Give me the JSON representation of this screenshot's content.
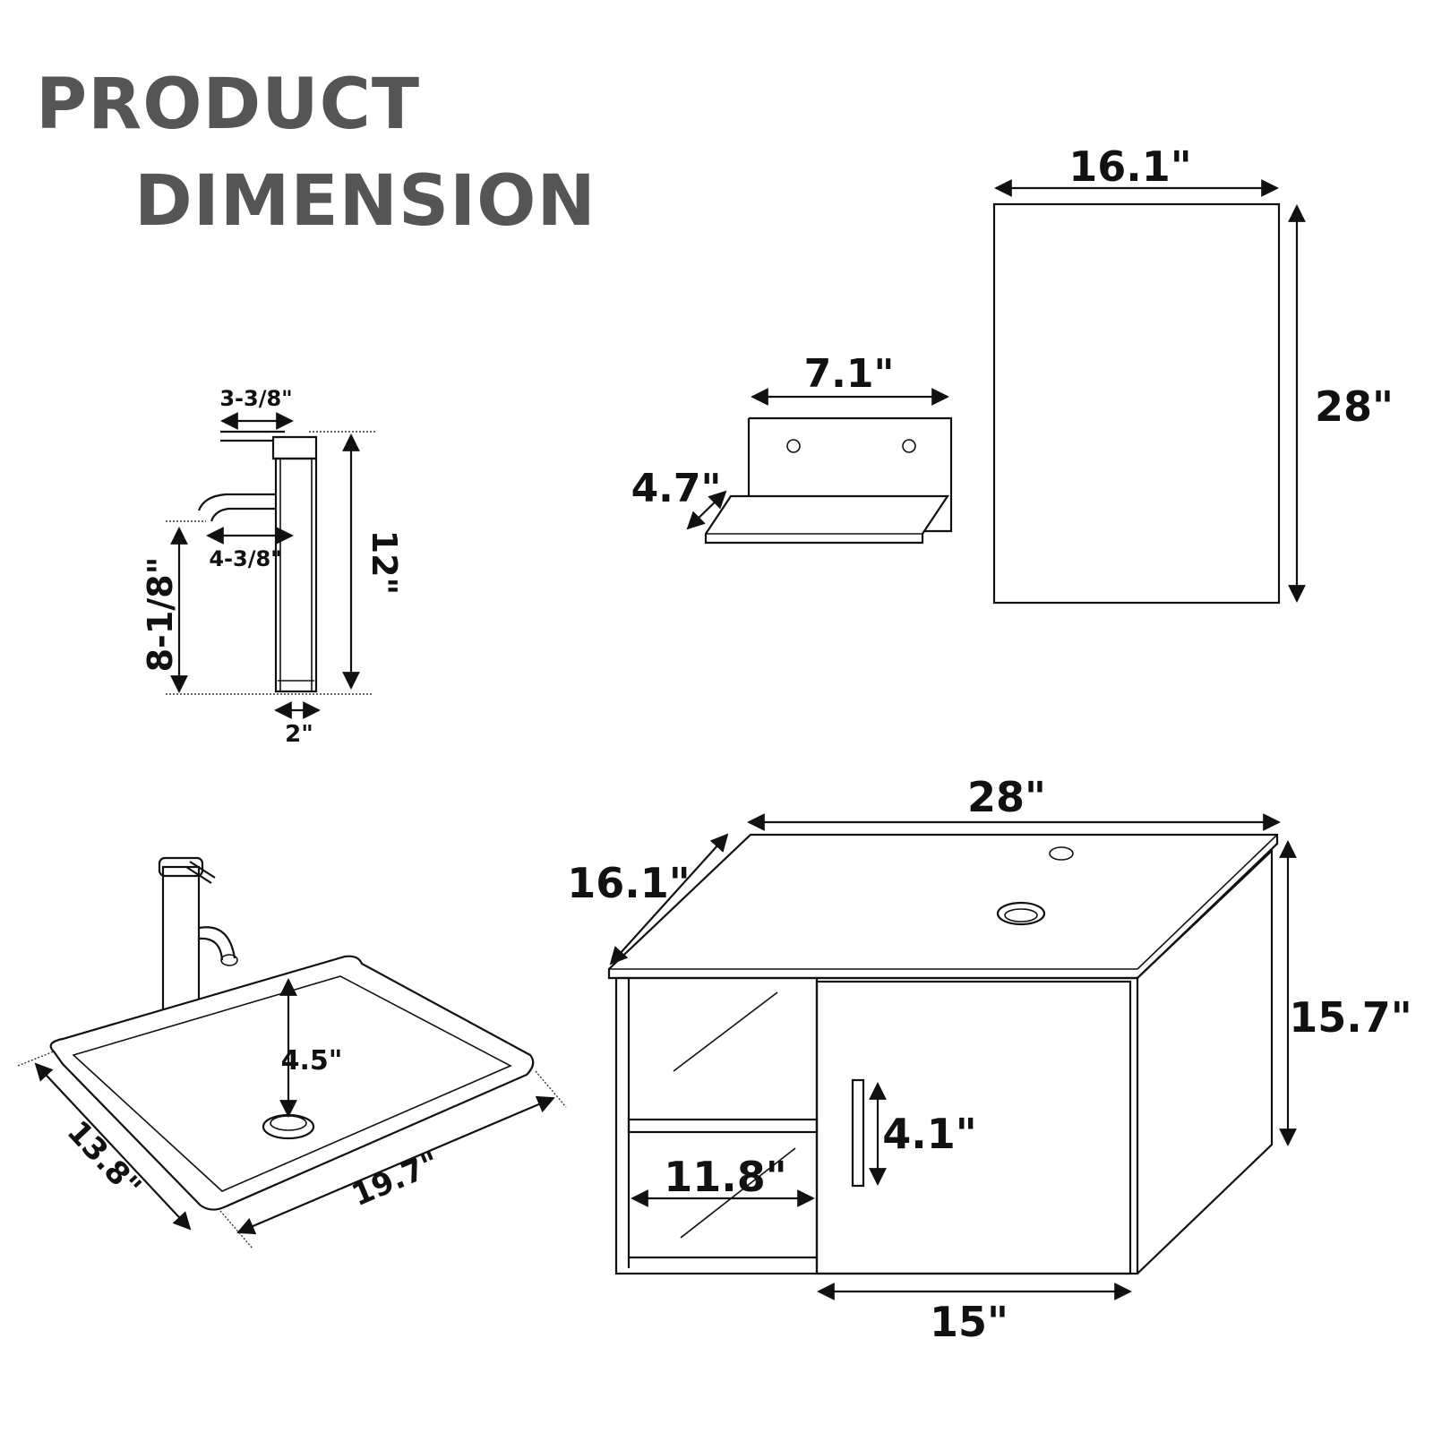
{
  "title": {
    "line1": "PRODUCT",
    "line2": "DIMENSION"
  },
  "faucet": {
    "handle": "3-3/8\"",
    "spout": "4-3/8\"",
    "spout_height": "8-1/8\"",
    "height": "12\"",
    "base": "2\""
  },
  "shelf": {
    "width": "7.1\"",
    "depth": "4.7\""
  },
  "mirror": {
    "width": "16.1\"",
    "height": "28\""
  },
  "sink": {
    "depth": "4.5\"",
    "width": "13.8\"",
    "length": "19.7\""
  },
  "cabinet": {
    "width": "28\"",
    "depth": "16.1\"",
    "height": "15.7\"",
    "handle": "4.1\"",
    "shelf_width": "11.8\"",
    "door_width": "15\""
  }
}
